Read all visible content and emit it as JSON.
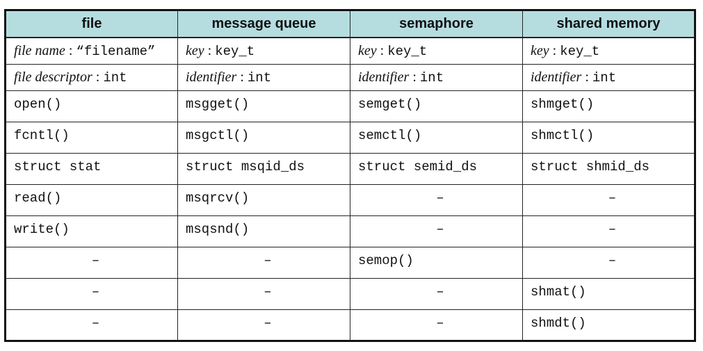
{
  "columns": [
    "file",
    "message queue",
    "semaphore",
    "shared memory"
  ],
  "attribute_rows": [
    {
      "cells": [
        {
          "label": "file name",
          "sep": " : ",
          "value": "“filename”"
        },
        {
          "label": "key",
          "sep": " : ",
          "value": "key_t"
        },
        {
          "label": "key",
          "sep": " : ",
          "value": "key_t"
        },
        {
          "label": "key",
          "sep": " : ",
          "value": "key_t"
        }
      ]
    },
    {
      "cells": [
        {
          "label": "file descriptor",
          "sep": " : ",
          "value": "int"
        },
        {
          "label": "identifier",
          "sep": " : ",
          "value": "int"
        },
        {
          "label": "identifier",
          "sep": " : ",
          "value": "int"
        },
        {
          "label": "identifier",
          "sep": " : ",
          "value": "int"
        }
      ]
    }
  ],
  "function_rows": [
    [
      "open()",
      "msgget()",
      "semget()",
      "shmget()"
    ],
    [
      "fcntl()",
      "msgctl()",
      "semctl()",
      "shmctl()"
    ],
    [
      "struct stat",
      "struct msqid_ds",
      "struct semid_ds",
      "struct shmid_ds"
    ],
    [
      "read()",
      "msqrcv()",
      "–",
      "–"
    ],
    [
      "write()",
      "msqsnd()",
      "–",
      "–"
    ],
    [
      "–",
      "–",
      "semop()",
      "–"
    ],
    [
      "–",
      "–",
      "–",
      "shmat()"
    ],
    [
      "–",
      "–",
      "–",
      "shmdt()"
    ]
  ]
}
